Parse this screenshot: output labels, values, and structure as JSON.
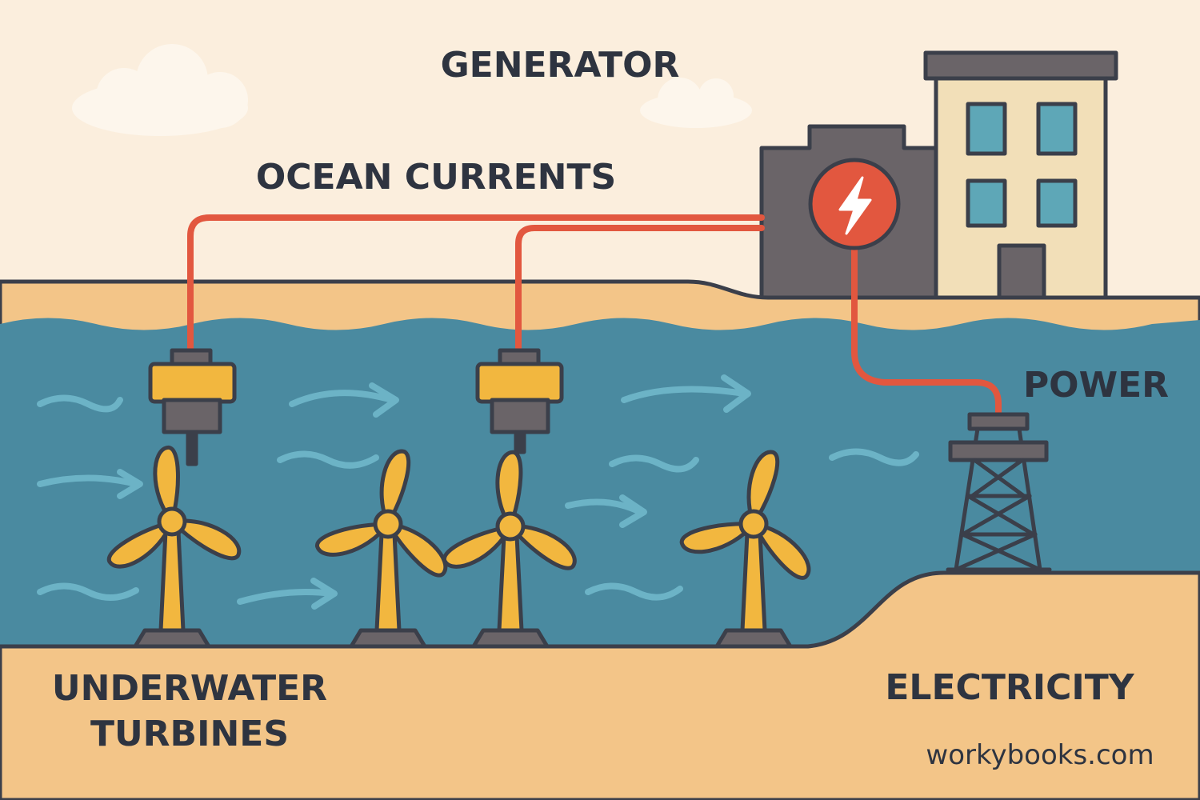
{
  "labels": {
    "generator": "GENERATOR",
    "ocean_currents": "OCEAN CURRENTS",
    "power": "POWER",
    "underwater_line1": "UNDERWATER",
    "underwater_line2": "TURBINES",
    "electricity": "ELECTRICITY"
  },
  "credit": "workybooks.com",
  "colors": {
    "sky": "#fbeedd",
    "sand": "#f3c588",
    "water": "#4a8aa0",
    "water_stroke": "#3b3f4a",
    "cable": "#e2573f",
    "turbine": "#f2b73f",
    "outline": "#3b3f4a",
    "generator_body": "#6a6468",
    "building": "#f2dfb8",
    "window": "#5ea7b7",
    "current_arrow": "#6cb3c6",
    "cloud": "#fdf6ec"
  },
  "icons": {
    "generator": "lightning-bolt-icon",
    "tower": "transmission-tower-icon",
    "turbine": "underwater-turbine-icon"
  }
}
